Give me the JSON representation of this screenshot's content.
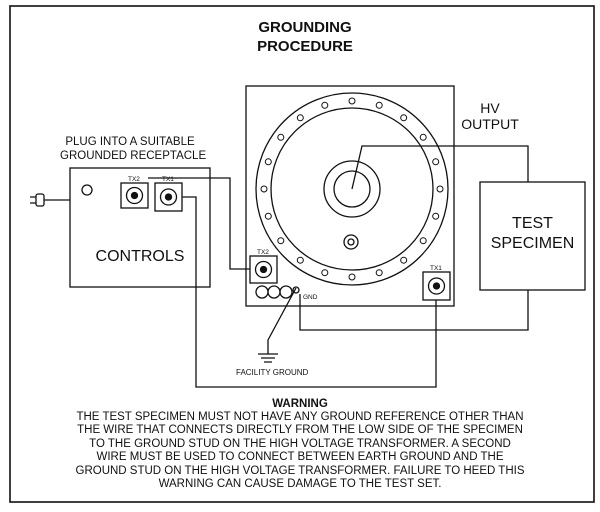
{
  "title": {
    "line1": "GROUNDING",
    "line2": "PROCEDURE"
  },
  "labels": {
    "plug": [
      "PLUG INTO A SUITABLE",
      "GROUNDED RECEPTACLE"
    ],
    "controls": "CONTROLS",
    "hv_output": [
      "HV",
      "OUTPUT"
    ],
    "test_specimen": [
      "TEST",
      "SPECIMEN"
    ],
    "facility_ground": "FACILITY GROUND",
    "gnd": "GND",
    "tx1_controls": "TX1",
    "tx2_controls": "TX2",
    "tx2_transformer": "TX2",
    "tx1_transformer": "TX1"
  },
  "warning": {
    "heading": "WARNING",
    "lines": [
      "THE TEST SPECIMEN MUST NOT HAVE ANY GROUND REFERENCE OTHER THAN",
      "THE WIRE THAT CONNECTS DIRECTLY FROM THE LOW SIDE OF THE SPECIMEN",
      "TO THE GROUND STUD ON THE HIGH VOLTAGE TRANSFORMER.  A SECOND",
      "WIRE MUST BE USED TO CONNECT BETWEEN EARTH GROUND AND THE",
      "GROUND STUD ON THE HIGH VOLTAGE TRANSFORMER. FAILURE TO HEED THIS",
      "WARNING CAN CAUSE DAMAGE TO THE TEST SET."
    ]
  }
}
